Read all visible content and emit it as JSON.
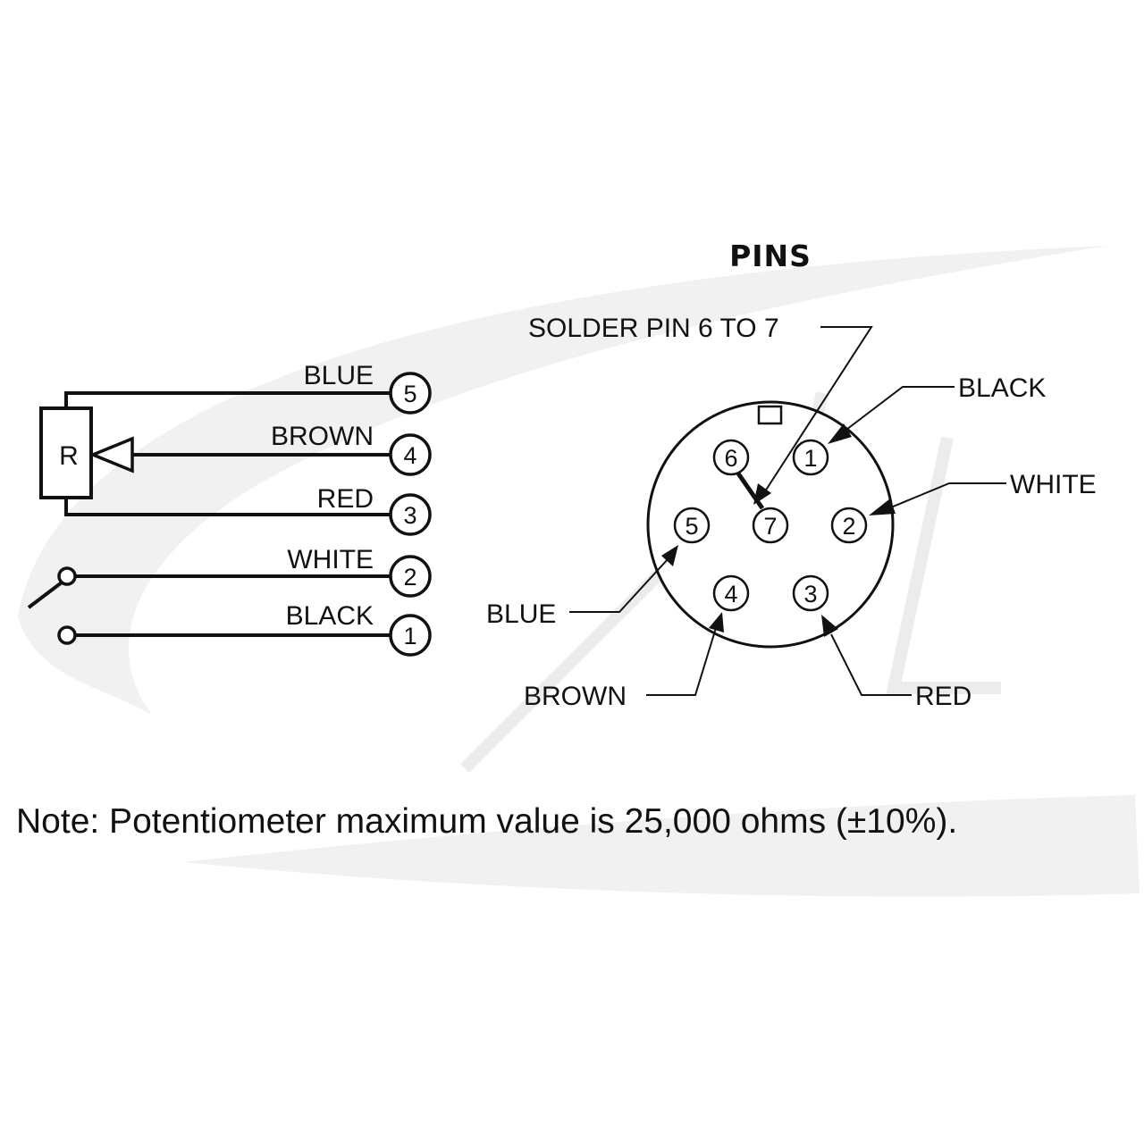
{
  "title": "PINS",
  "solder_note": "SOLDER PIN 6 TO 7",
  "resistor_label": "R",
  "schematic_terminals": [
    {
      "pin": "5",
      "wire": "BLUE"
    },
    {
      "pin": "4",
      "wire": "BROWN"
    },
    {
      "pin": "3",
      "wire": "RED"
    },
    {
      "pin": "2",
      "wire": "WHITE"
    },
    {
      "pin": "1",
      "wire": "BLACK"
    }
  ],
  "connector_pins": {
    "p1": "1",
    "p2": "2",
    "p3": "3",
    "p4": "4",
    "p5": "5",
    "p6": "6",
    "p7": "7"
  },
  "connector_labels": {
    "black": "BLACK",
    "white": "WHITE",
    "blue": "BLUE",
    "brown": "BROWN",
    "red": "RED"
  },
  "note": "Note: Potentiometer maximum value is 25,000 ohms (±10%).",
  "colors": {
    "ink": "#111111",
    "watermark": "#f1f1f1",
    "background": "#ffffff"
  }
}
